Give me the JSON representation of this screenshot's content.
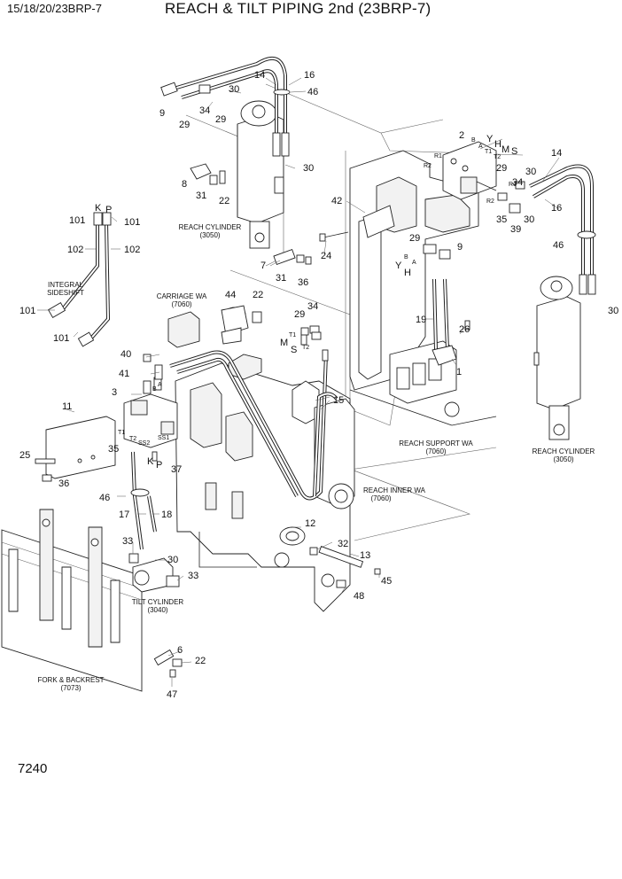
{
  "header": {
    "model": "15/18/20/23BRP-7",
    "title": "REACH & TILT PIPING 2nd (23BRP-7)"
  },
  "page_number": "7240",
  "assembly_labels": {
    "reach_cylinder_left": [
      "REACH CYLINDER",
      "(3050)"
    ],
    "reach_cylinder_right": [
      "REACH CYLINDER",
      "(3050)"
    ],
    "integral_sideshift": [
      "INTEGRAL",
      "SIDESHIFT"
    ],
    "carriage_wa": [
      "CARRIAGE WA",
      "(7060)"
    ],
    "reach_support_wa": [
      "REACH SUPPORT WA",
      "(7060)"
    ],
    "reach_inner_wa": [
      "REACH INNER WA",
      "(7060)"
    ],
    "tilt_cylinder": [
      "TILT CYLINDER",
      "(3040)"
    ],
    "fork_backrest": [
      "FORK & BACKREST",
      "(7073)"
    ]
  },
  "callouts": [
    {
      "id": "c14a",
      "n": "14"
    },
    {
      "id": "c16a",
      "n": "16"
    },
    {
      "id": "c46a",
      "n": "46"
    },
    {
      "id": "c30a",
      "n": "30"
    },
    {
      "id": "c9a",
      "n": "9"
    },
    {
      "id": "c29a",
      "n": "29"
    },
    {
      "id": "c34a",
      "n": "34"
    },
    {
      "id": "c29b",
      "n": "29"
    },
    {
      "id": "c30b",
      "n": "30"
    },
    {
      "id": "c8",
      "n": "8"
    },
    {
      "id": "c31a",
      "n": "31"
    },
    {
      "id": "c22a",
      "n": "22"
    },
    {
      "id": "c2",
      "n": "2"
    },
    {
      "id": "c29c",
      "n": "29"
    },
    {
      "id": "c34b",
      "n": "34"
    },
    {
      "id": "c30c",
      "n": "30"
    },
    {
      "id": "c14b",
      "n": "14"
    },
    {
      "id": "c16b",
      "n": "16"
    },
    {
      "id": "c35a",
      "n": "35"
    },
    {
      "id": "c39",
      "n": "39"
    },
    {
      "id": "c30d",
      "n": "30"
    },
    {
      "id": "c42",
      "n": "42"
    },
    {
      "id": "c24",
      "n": "24"
    },
    {
      "id": "c29d",
      "n": "29"
    },
    {
      "id": "c9b",
      "n": "9"
    },
    {
      "id": "c46b",
      "n": "46"
    },
    {
      "id": "c7",
      "n": "7"
    },
    {
      "id": "c31b",
      "n": "31"
    },
    {
      "id": "c36a",
      "n": "36"
    },
    {
      "id": "c101a",
      "n": "101"
    },
    {
      "id": "c101b",
      "n": "101"
    },
    {
      "id": "c102a",
      "n": "102"
    },
    {
      "id": "c102b",
      "n": "102"
    },
    {
      "id": "c101c",
      "n": "101"
    },
    {
      "id": "c101d",
      "n": "101"
    },
    {
      "id": "c44",
      "n": "44"
    },
    {
      "id": "c22b",
      "n": "22"
    },
    {
      "id": "c34c",
      "n": "34"
    },
    {
      "id": "c29e",
      "n": "29"
    },
    {
      "id": "c19",
      "n": "19"
    },
    {
      "id": "c26",
      "n": "26"
    },
    {
      "id": "c1",
      "n": "1"
    },
    {
      "id": "c30e",
      "n": "30"
    },
    {
      "id": "c40",
      "n": "40"
    },
    {
      "id": "c41",
      "n": "41"
    },
    {
      "id": "c3",
      "n": "3"
    },
    {
      "id": "c15",
      "n": "15"
    },
    {
      "id": "c11",
      "n": "11"
    },
    {
      "id": "c25",
      "n": "25"
    },
    {
      "id": "c35b",
      "n": "35"
    },
    {
      "id": "c37",
      "n": "37"
    },
    {
      "id": "c36b",
      "n": "36"
    },
    {
      "id": "c46c",
      "n": "46"
    },
    {
      "id": "c17",
      "n": "17"
    },
    {
      "id": "c18",
      "n": "18"
    },
    {
      "id": "c12",
      "n": "12"
    },
    {
      "id": "c32",
      "n": "32"
    },
    {
      "id": "c13",
      "n": "13"
    },
    {
      "id": "c33a",
      "n": "33"
    },
    {
      "id": "c30f",
      "n": "30"
    },
    {
      "id": "c33b",
      "n": "33"
    },
    {
      "id": "c45",
      "n": "45"
    },
    {
      "id": "c48",
      "n": "48"
    },
    {
      "id": "c6",
      "n": "6"
    },
    {
      "id": "c22c",
      "n": "22"
    },
    {
      "id": "c47",
      "n": "47"
    }
  ],
  "port_letters": {
    "Y1": "Y",
    "H1": "H",
    "M1": "M",
    "S1": "S",
    "Y2": "Y",
    "H2": "H",
    "K1": "K",
    "P1": "P",
    "M2": "M",
    "S2": "S",
    "K2": "K",
    "P2": "P"
  },
  "port_marks": {
    "B1": "B",
    "A1": "A",
    "T1a": "T1",
    "T2a": "T2",
    "R1a": "R1",
    "R2a": "R2",
    "R1b": "R1",
    "R2b": "R2",
    "B2": "B",
    "A2": "A",
    "T1b": "T1",
    "T2b": "T2",
    "A3": "A",
    "B3": "B",
    "T1c": "T1",
    "T2c": "T2",
    "SS2": "SS2",
    "SS1": "SS1"
  }
}
